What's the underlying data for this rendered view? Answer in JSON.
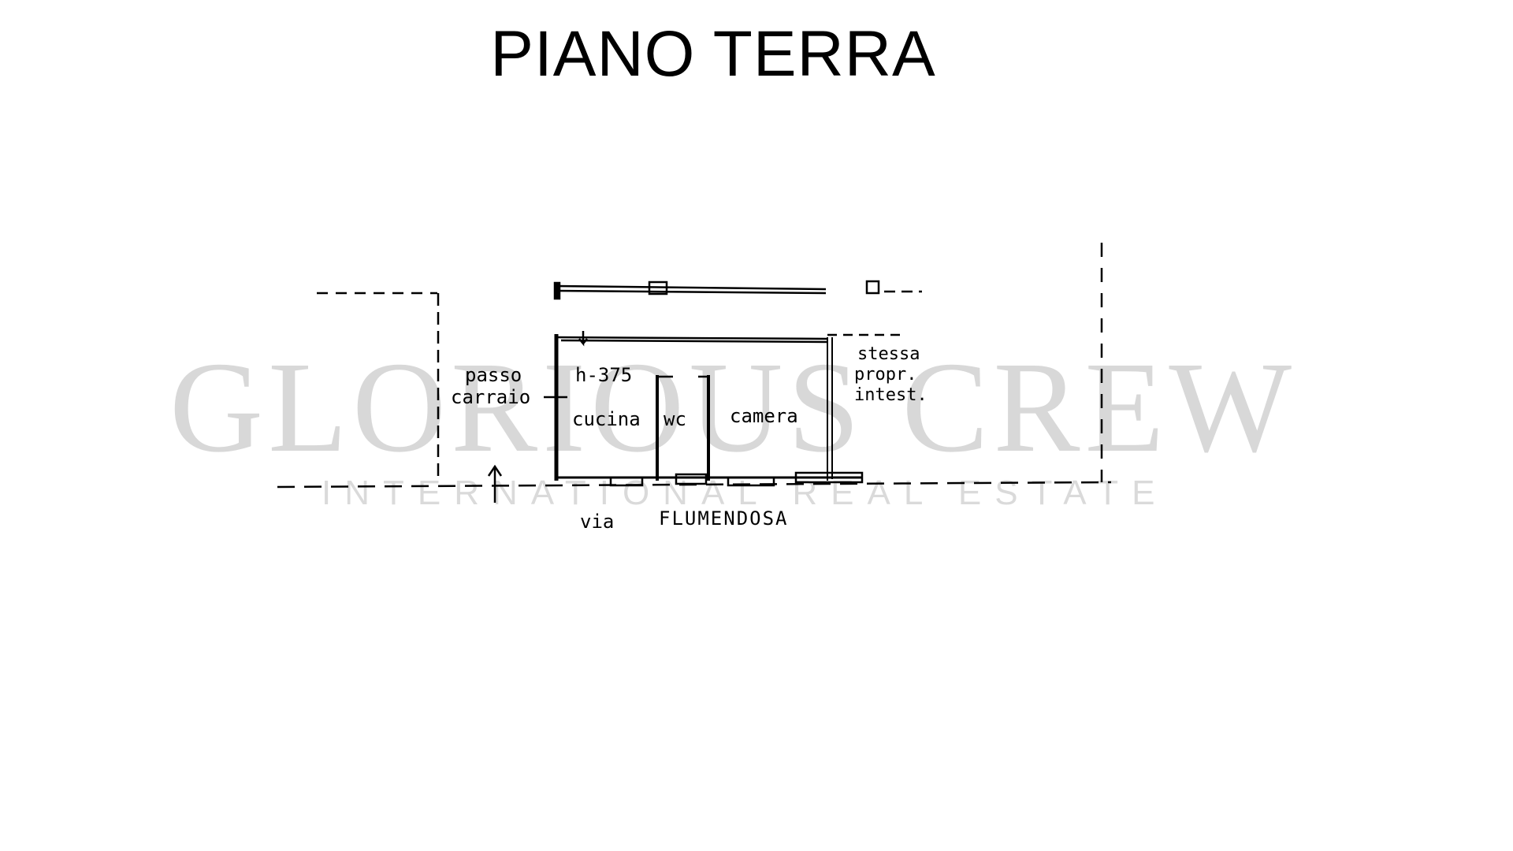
{
  "title": "PIANO TERRA",
  "watermark": {
    "name": "GLORIOUS CREW",
    "tagline": "International Real Estate"
  },
  "labels": {
    "passo": "passo",
    "carraio": "carraio",
    "height": "h-375",
    "cucina": "cucina",
    "wc": "wc",
    "camera": "camera",
    "stessa": "stessa",
    "propr": "propr.",
    "intest": "intest.",
    "via": "via",
    "street": "FLUMENDOSA"
  }
}
